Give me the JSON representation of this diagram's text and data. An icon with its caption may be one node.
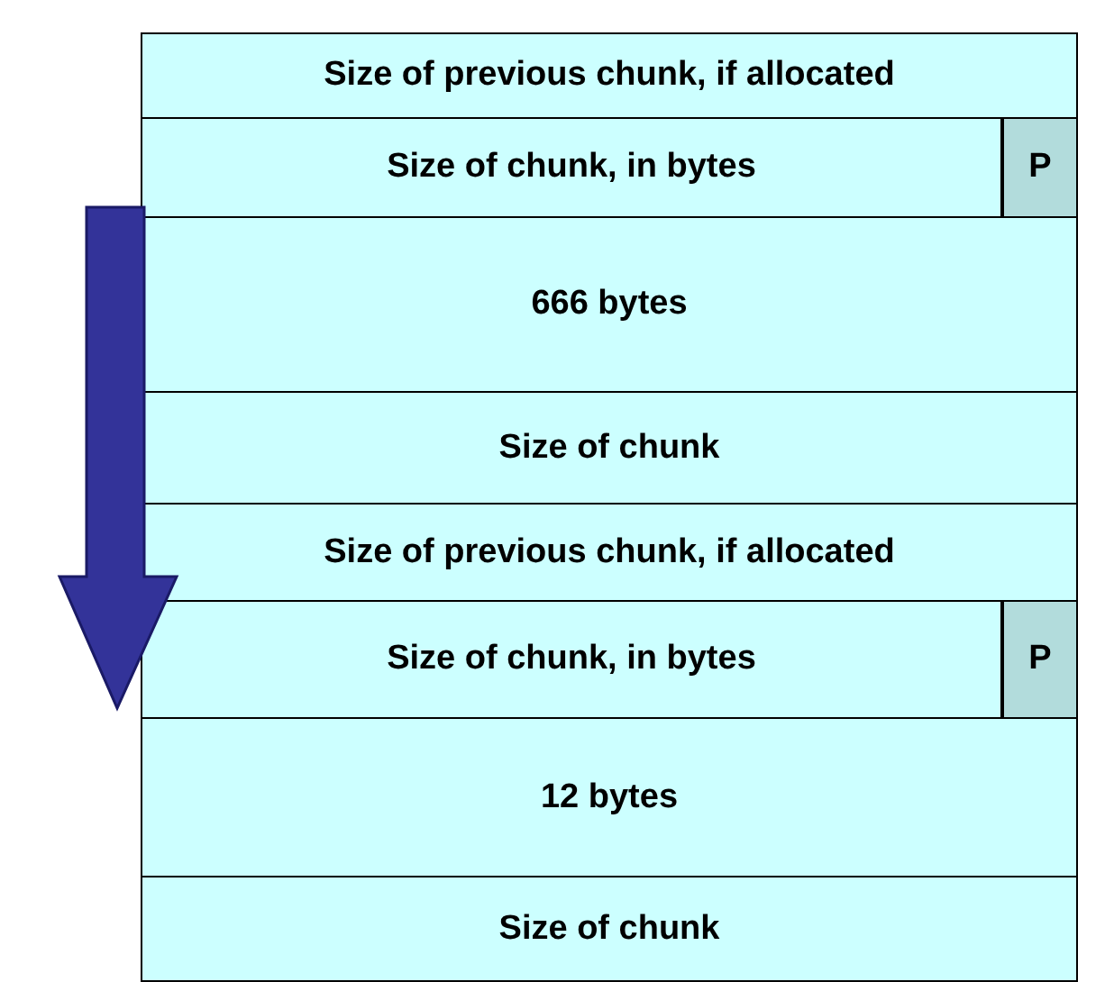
{
  "diagram": {
    "nodes": [
      {
        "text": [
          "Size of previous chunk, if allocated"
        ]
      },
      {
        "text": [
          "Size of chunk, in bytes"
        ]
      },
      {
        "text": [
          "P"
        ]
      },
      {
        "text": [
          "666 bytes"
        ]
      },
      {
        "text": [
          "Size of chunk"
        ]
      },
      {
        "text": [
          "Size of previous chunk, if allocated"
        ]
      },
      {
        "text": [
          "Size of chunk, in bytes"
        ]
      },
      {
        "text": [
          "P"
        ]
      },
      {
        "text": [
          "12 bytes"
        ]
      },
      {
        "text": [
          "Size of chunk"
        ]
      }
    ],
    "edges": [
      {
        "from": 1,
        "to": 6,
        "arrow": "to"
      }
    ]
  }
}
